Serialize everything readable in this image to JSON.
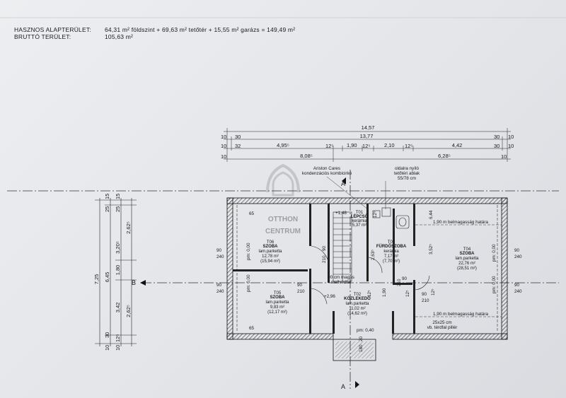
{
  "header": {
    "hasznos_label": "HASZNOS ALAPTERÜLET:",
    "hasznos_value": "64,31 m² földszint + 69,63 m² tetőtér + 15,55 m² garázs = 149,49 m²",
    "brutto_label": "BRUTTÓ TERÜLET:",
    "brutto_value": "105,63 m²"
  },
  "logo": {
    "line1": "OTTHON",
    "line2": "CENTRUM"
  },
  "dimensions_top": {
    "row1_total": "14,57",
    "row2": [
      "10",
      "30",
      "13,77",
      "30",
      "10"
    ],
    "row3": [
      "10",
      "32",
      "4,95⁵",
      "12⁵",
      "1,90",
      "12⁵",
      "2,10",
      "12⁵",
      "4,42",
      "30",
      "10"
    ],
    "row4": [
      "10",
      "8,08⁵",
      "6,28⁵",
      "10"
    ]
  },
  "dimensions_left": {
    "total": "7,25",
    "b1": "6,45",
    "c1": [
      "3,20⁵",
      "1,80"
    ],
    "c2": [
      "3,42",
      "3,20⁵"
    ],
    "c3": [
      "2,62⁵",
      "2,62⁵"
    ],
    "small": [
      "15",
      "25",
      "15",
      "25",
      "10",
      "30",
      "10",
      "12⁵"
    ]
  },
  "notes": {
    "boiler": "Ariston Cares\nkondenzációs kombicirkó",
    "window": "oldalra nyíló\ntetőtéri ablak\n55/78 cm",
    "height_line": "1,90 m belmagasság határa",
    "height_line2": "1,90 m belmagasság határa",
    "railing": "90 cm magas\nmellvédfal",
    "pillar": "25x25 cm\nvb. térdfal pillér",
    "level1": "+1,48",
    "level2": "+2,96",
    "section_a": "A",
    "section_b": "B"
  },
  "rooms": [
    {
      "code": "T06",
      "name": "SZOBA",
      "floor": "lam.parketta",
      "area": "12,78 m²",
      "gross": "(15,94 m²)"
    },
    {
      "code": "T05",
      "name": "SZOBA",
      "floor": "lam.parketta",
      "area": "9,83 m²",
      "gross": "(12,17 m²)"
    },
    {
      "code": "T01",
      "name": "LÉPCSŐ",
      "floor": "kerámia",
      "area": "5,37 m²",
      "gross": ""
    },
    {
      "code": "T03",
      "name": "FÜRDŐSZOBA",
      "floor": "kerámia",
      "area": "7,17 m²",
      "gross": "(7,70 m²)"
    },
    {
      "code": "T02",
      "name": "KÖZLEKEDŐ",
      "floor": "lam.parketta",
      "area": "11,02 m²",
      "gross": "(14,62 m²)"
    },
    {
      "code": "T04",
      "name": "SZOBA",
      "floor": "lam.parketta",
      "area": "22,76 m²",
      "gross": "(28,51 m²)"
    }
  ],
  "openings": [
    "65",
    "65",
    "90",
    "240",
    "90",
    "240",
    "90",
    "210",
    "90",
    "210",
    "90",
    "210",
    "90",
    "210",
    "90",
    "240",
    "90",
    "240",
    "180",
    "20",
    "pm: 0,40",
    "pm: 0,00",
    "pm: 0,00",
    "pm: 0,00",
    "pm: 0,00",
    "3,52⁵",
    "2,63⁵",
    "1,90",
    "6,44",
    "12⁵",
    "12⁵",
    "12⁵",
    "12⁵"
  ]
}
